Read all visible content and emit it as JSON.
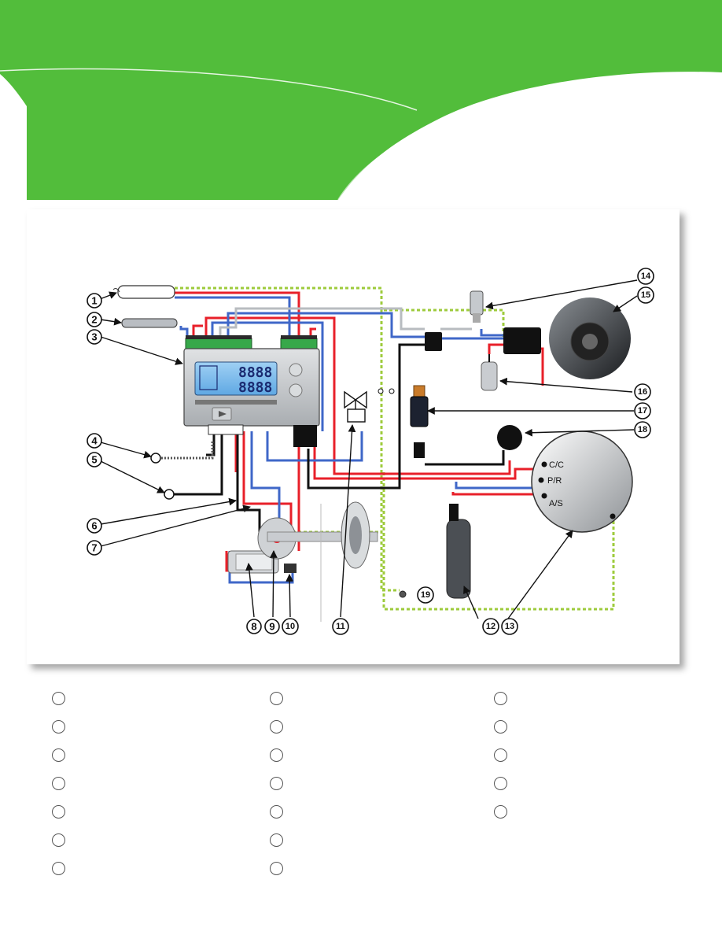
{
  "colors": {
    "brand_green": "#52bd3b",
    "wire_red": "#e8202a",
    "wire_blue": "#3f67c8",
    "wire_black": "#111111",
    "wire_earth": "#9ecb3c"
  },
  "diagram": {
    "callouts": [
      "1",
      "2",
      "3",
      "4",
      "5",
      "6",
      "7",
      "8",
      "9",
      "10",
      "11",
      "12",
      "13",
      "14",
      "15",
      "16",
      "17",
      "18",
      "19"
    ],
    "compressor_terminals": [
      "C/C",
      "P/R",
      "A/S"
    ],
    "lcd_readout_top": "8888",
    "lcd_readout_bottom": "8888"
  },
  "legend": {
    "columns": [
      {
        "count": 7
      },
      {
        "count": 7
      },
      {
        "count": 5
      }
    ]
  }
}
